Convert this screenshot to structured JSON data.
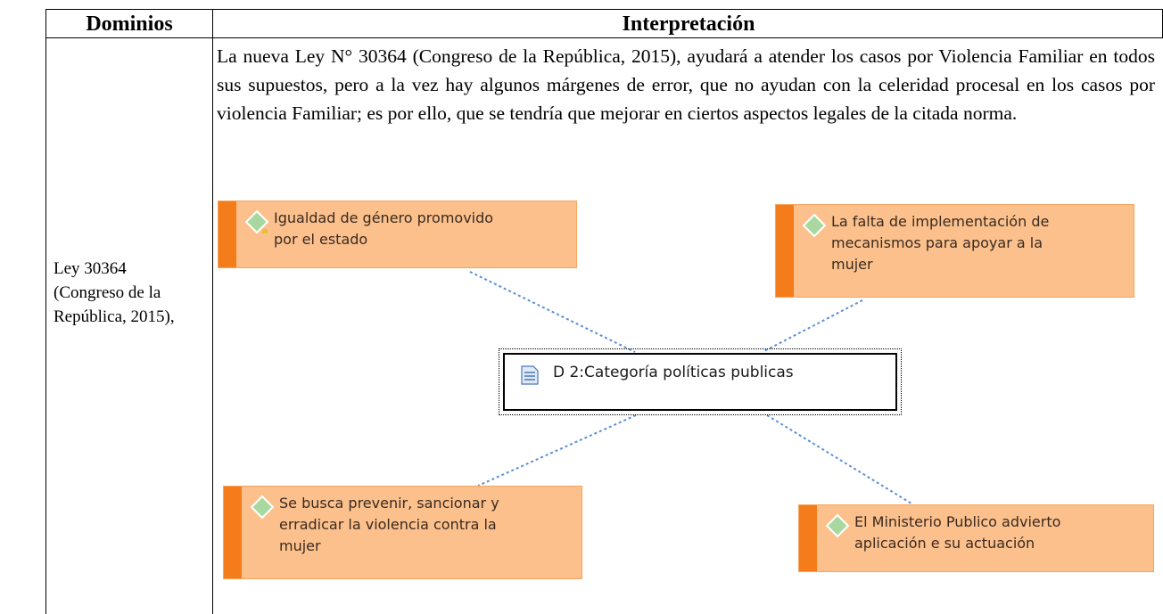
{
  "table": {
    "headers": {
      "domains": "Dominios",
      "interpretation": "Interpretación"
    },
    "row": {
      "domain": [
        "Ley 30364",
        "(Congreso de la",
        "República, 2015),"
      ],
      "interpretation": "La nueva Ley N° 30364 (Congreso de la República, 2015), ayudará a atender los casos por Violencia Familiar en todos sus supuestos, pero a la vez hay algunos márgenes de error, que no ayudan con la celeridad procesal en los casos por violencia Familiar; es por ello, que se tendría que mejorar en ciertos aspectos legales de la citada norma."
    }
  },
  "diagram": {
    "center": {
      "label": "D 2:Categoría  políticas publicas",
      "icon": "document-icon"
    },
    "codes": [
      {
        "id": "top-left",
        "lines": [
          "Igualdad de género promovido",
          "por el estado"
        ],
        "icon": "diamond-icon"
      },
      {
        "id": "top-right",
        "lines": [
          "La falta de implementación de",
          "mecanismos para apoyar a la",
          "mujer"
        ],
        "icon": "diamond-icon"
      },
      {
        "id": "bottom-left",
        "lines": [
          "Se busca prevenir, sancionar y",
          "erradicar la violencia contra la",
          "mujer"
        ],
        "icon": "diamond-icon"
      },
      {
        "id": "bottom-right",
        "lines": [
          "El Ministerio Publico advierto",
          "aplicación e su actuación"
        ],
        "icon": "diamond-icon"
      }
    ],
    "colors": {
      "code_fill": "#fbc08c",
      "code_bar": "#f57c1a",
      "link": "#5b8fd6",
      "diamond": "#a8d8a0"
    }
  }
}
